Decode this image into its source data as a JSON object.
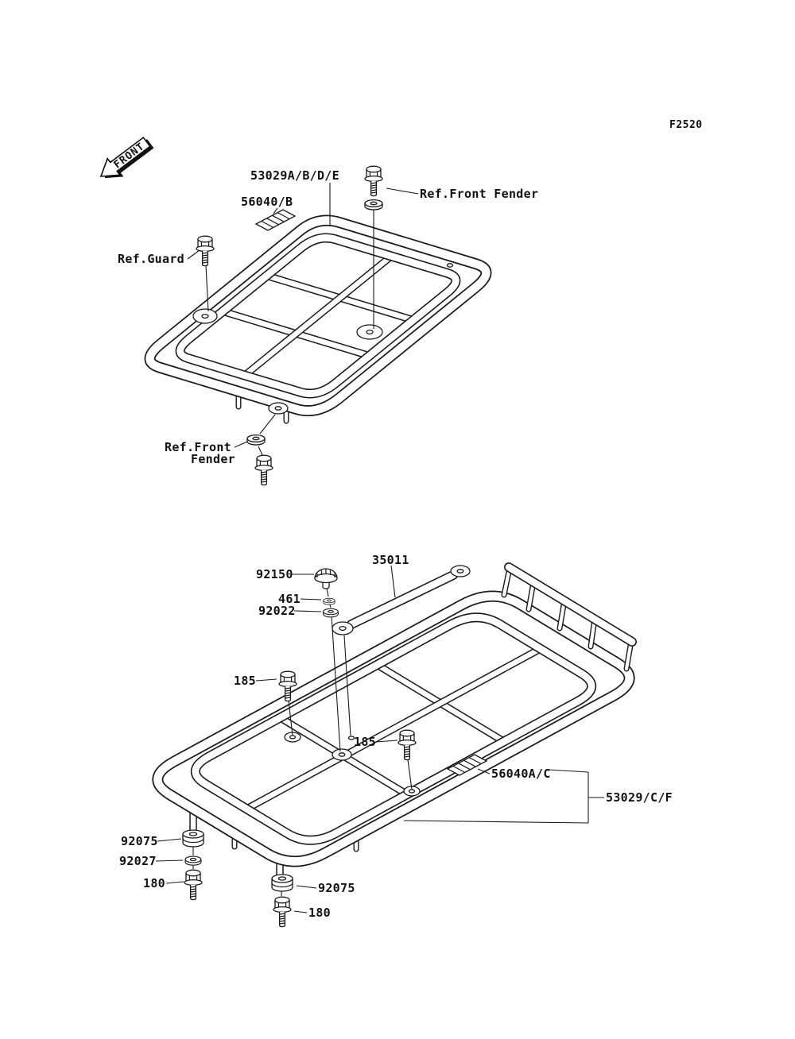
{
  "figure_code": "F2520",
  "front_arrow_label": "FRONT",
  "top_diagram": {
    "labels": {
      "carrier": "53029A/B/D/E",
      "caution_plate": "56040/B",
      "ref_front_fender": "Ref.Front Fender",
      "ref_guard": "Ref.Guard",
      "ref_front_fender2_line1": "Ref.Front",
      "ref_front_fender2_line2": "Fender"
    }
  },
  "bottom_diagram": {
    "labels": {
      "knob": "92150",
      "handle": "35011",
      "washer_461": "461",
      "washer_92022": "92022",
      "bolt_185_a": "185",
      "bolt_185_b": "185",
      "caution_plate": "56040A/C",
      "carrier": "53029/C/F",
      "damper_92075_a": "92075",
      "washer_92027": "92027",
      "bolt_180_a": "180",
      "damper_92075_b": "92075",
      "bolt_180_b": "180"
    }
  }
}
